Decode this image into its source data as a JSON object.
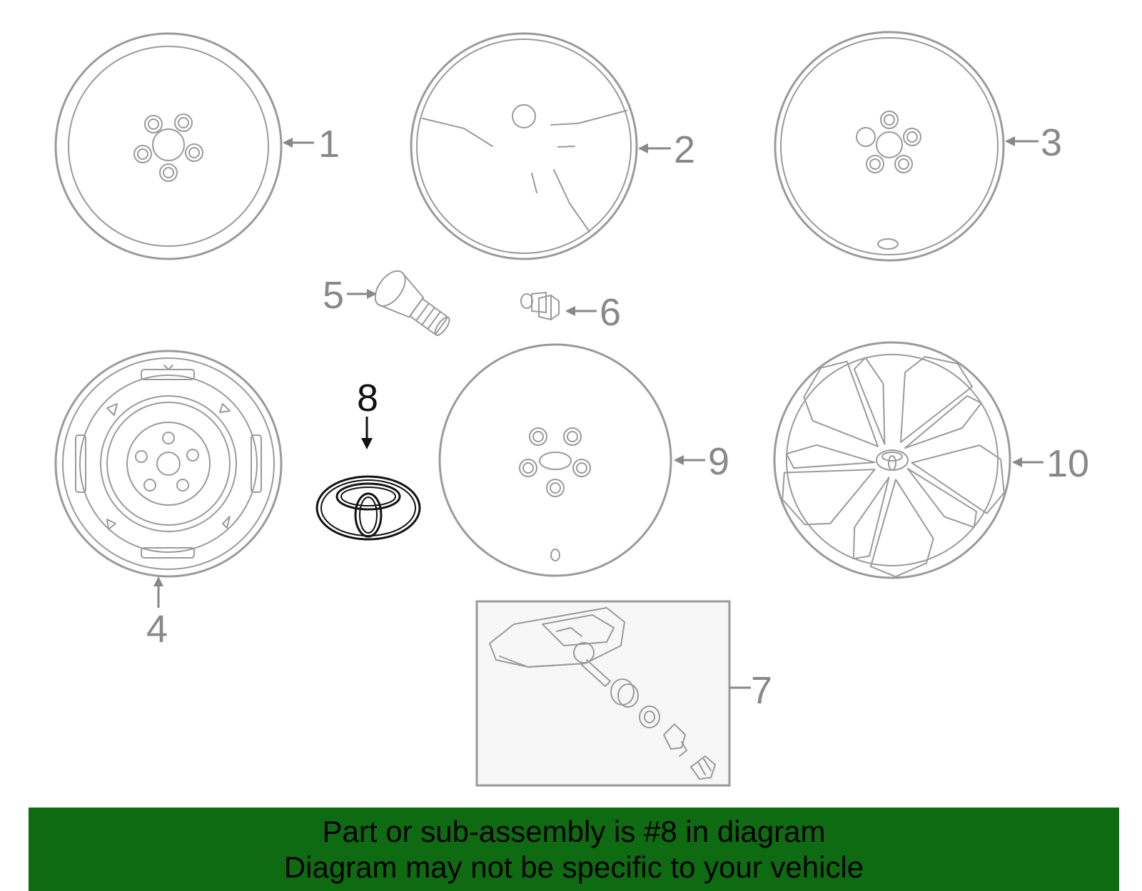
{
  "diagram": {
    "callouts": [
      "1",
      "2",
      "3",
      "4",
      "5",
      "6",
      "7",
      "8",
      "9",
      "10"
    ],
    "highlighted_part": "8"
  },
  "banner": {
    "line1": "Part or sub-assembly is #8 in diagram",
    "line2": "Diagram may not be specific to your vehicle",
    "background_color": "#0e6b12"
  },
  "colors": {
    "part_outline": "#9a9a9a",
    "highlight_outline": "#111111",
    "callout_text": "#888888"
  }
}
